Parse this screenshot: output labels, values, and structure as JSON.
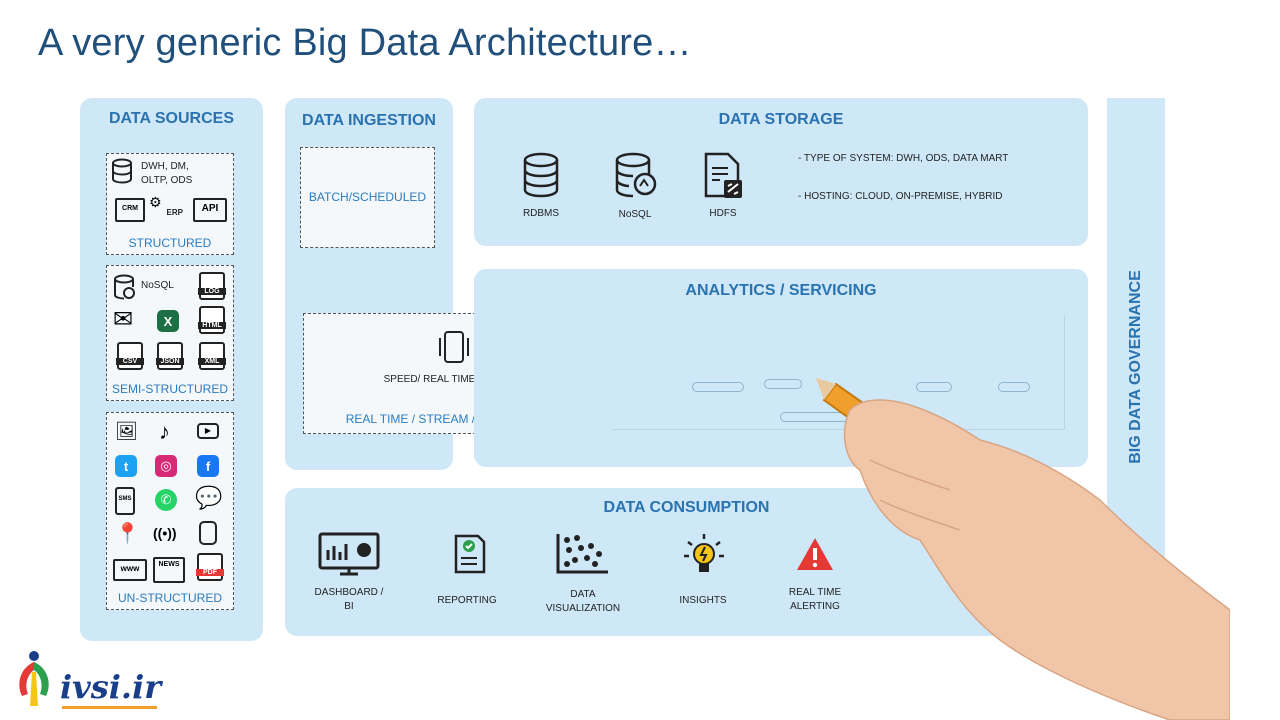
{
  "title": "A very generic Big Data Architecture…",
  "sources": {
    "header": "DATA SOURCES",
    "structured": {
      "db_text": "DWH, DM,\nOLTP, ODS",
      "crm": "CRM",
      "erp": "ERP",
      "api": "API",
      "caption": "STRUCTURED"
    },
    "semi": {
      "nosql": "NoSQL",
      "log": "LOG",
      "html": "HTML",
      "csv": "CSV",
      "json": "JSON",
      "xml": "XML",
      "caption": "SEMI-STRUCTURED"
    },
    "unstructured": {
      "sms": "SMS",
      "www": "www",
      "news": "NEWS",
      "pdf": "PDF",
      "caption": "UN-STRUCTURED"
    }
  },
  "ingestion": {
    "header": "DATA INGESTION",
    "batch": "BATCH/SCHEDULED"
  },
  "speed": {
    "views": "SPEED/ REAL TIME VIEWS",
    "caption": "REAL TIME / STREAM / IN-MEMORY"
  },
  "storage": {
    "header": "DATA STORAGE",
    "items": [
      "RDBMS",
      "NoSQL",
      "HDFS"
    ],
    "notes": [
      "- TYPE OF SYSTEM: DWH, ODS, DATA MART",
      "- HOSTING: CLOUD, ON-PREMISE, HYBRID"
    ]
  },
  "analytics": {
    "header": "ANALYTICS / SERVICING"
  },
  "consumption": {
    "header": "DATA CONSUMPTION",
    "items": [
      "DASHBOARD /\nBI",
      "REPORTING",
      "DATA\nVISUALIZATION",
      "INSIGHTS",
      "REAL TIME\nALERTING"
    ]
  },
  "governance": "BIG DATA GOVERNANCE",
  "logo": "ivsi.ir",
  "colors": {
    "panel": "#cfe8f8",
    "heading": "#2a73b0",
    "title": "#1f4f7a",
    "pencil": "#f0a02a",
    "alert": "#e53935",
    "insight": "#f5c518"
  }
}
